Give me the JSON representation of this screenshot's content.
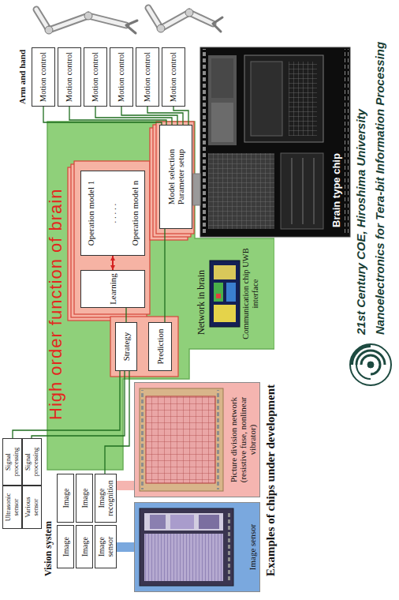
{
  "diagram": {
    "nodes": [
      {
        "text": [
          "Ultrasonic sensor"
        ]
      },
      {
        "text": [
          "Signal processing"
        ]
      },
      {
        "text": [
          "Various sensor"
        ]
      },
      {
        "text": [
          "Signal processing"
        ]
      },
      {
        "text": [
          "Image"
        ]
      },
      {
        "text": [
          "Image"
        ]
      },
      {
        "text": [
          "Image"
        ]
      },
      {
        "text": [
          "Image"
        ]
      },
      {
        "text": [
          "Image sensor"
        ]
      },
      {
        "text": [
          "Image recognition"
        ]
      },
      {
        "text": [
          "High order function of brain"
        ]
      },
      {
        "text": [
          "Strategy"
        ],
        "in": 10
      },
      {
        "text": [
          "Prediction"
        ],
        "in": 10
      },
      {
        "text": [
          "Learning"
        ],
        "in": 10
      },
      {
        "text": [
          "Operation model 1",
          ". . . . .",
          "Operation model n"
        ],
        "in": 10
      },
      {
        "text": [
          "Model selection",
          "Parameter setup"
        ],
        "in": 10
      },
      {
        "text": [
          "Motion control"
        ]
      },
      {
        "text": [
          "Motion control"
        ]
      },
      {
        "text": [
          "Motion control"
        ]
      },
      {
        "text": [
          "Motion control"
        ]
      },
      {
        "text": [
          "Motion control"
        ]
      },
      {
        "text": [
          "Motion control"
        ]
      },
      {
        "text": [
          "Image sensor"
        ]
      },
      {
        "text": [
          "Picture division network (resistive fuse, nonlinear vibrator)"
        ]
      }
    ],
    "edges": [
      {
        "from": 1,
        "to": 11,
        "arrow": "none"
      },
      {
        "from": 3,
        "to": 11,
        "arrow": "none"
      },
      {
        "from": 9,
        "to": 11,
        "arrow": "none"
      },
      {
        "from": 11,
        "to": 13,
        "arrow": "none"
      },
      {
        "from": 13,
        "to": 14,
        "arrow": "both"
      },
      {
        "from": 12,
        "to": 15,
        "arrow": "none"
      },
      {
        "from": 15,
        "to": 16,
        "arrow": "none"
      },
      {
        "from": 15,
        "to": 17,
        "arrow": "none"
      },
      {
        "from": 15,
        "to": 18,
        "arrow": "none"
      },
      {
        "from": 15,
        "to": 19,
        "arrow": "none"
      },
      {
        "from": 15,
        "to": 20,
        "arrow": "none"
      },
      {
        "from": 15,
        "to": 21,
        "arrow": "none"
      },
      {
        "from": 9,
        "to": 23,
        "arrow": "none"
      },
      {
        "from": 8,
        "to": 22,
        "arrow": "none"
      }
    ],
    "labels": [
      "Vision system",
      "Arm and hand",
      "Network in brain",
      "Communication chip UWB interface",
      "Brain type chip",
      "Examples of chips under development",
      "21st Century COE, Hiroshima University",
      "Nanoelectronics for Tera-bit Information Processing"
    ]
  }
}
